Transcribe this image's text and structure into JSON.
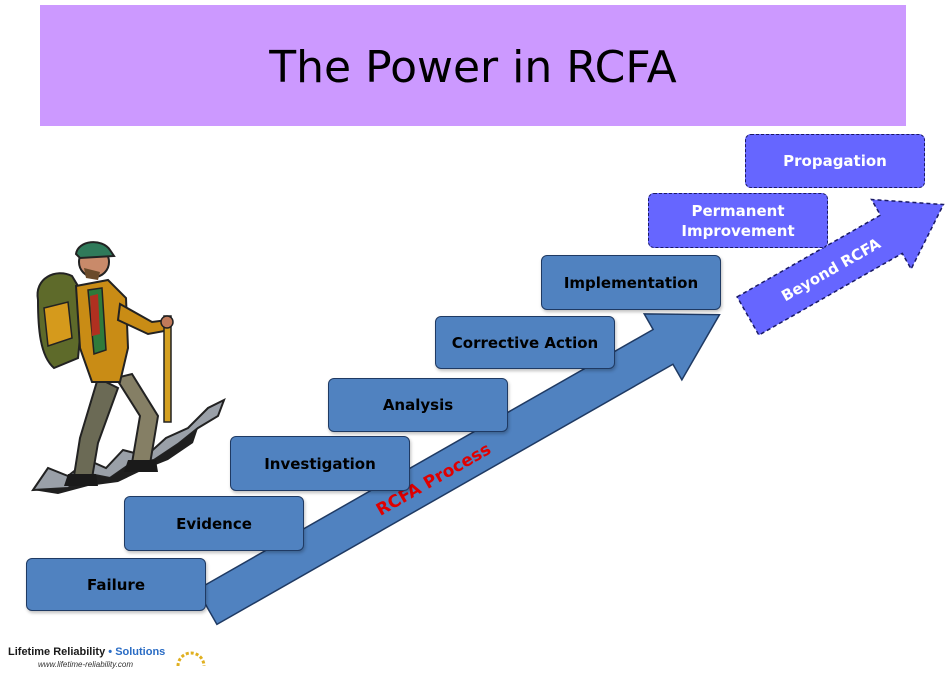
{
  "title": "The Power in RCFA",
  "steps": {
    "failure": "Failure",
    "evidence": "Evidence",
    "investigation": "Investigation",
    "analysis": "Analysis",
    "corrective_action": "Corrective Action",
    "implementation": "Implementation"
  },
  "beyond_steps": {
    "permanent_improvement_line1": "Permanent",
    "permanent_improvement_line2": "Improvement",
    "propagation": "Propagation"
  },
  "arrows": {
    "process_label": "RCFA Process",
    "beyond_label": "Beyond RCFA"
  },
  "logo": {
    "name_part1": "Lifetime Reliability",
    "separator": "•",
    "name_part2": "Solutions",
    "url": "www.lifetime-reliability.com"
  },
  "colors": {
    "title_band": "#cc99ff",
    "step_fill": "#5082c0",
    "process_arrow": "#5082c0",
    "process_label": "#e00000",
    "beyond_fill": "#6666ff"
  },
  "illustration": "hiker-climbing-icon"
}
